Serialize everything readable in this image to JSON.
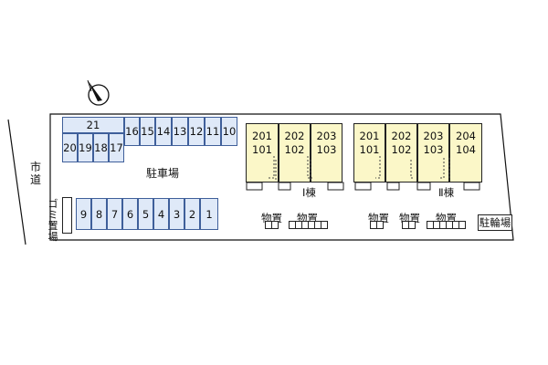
{
  "road": {
    "label": "市道"
  },
  "garbage": {
    "label": "ゴミ置場"
  },
  "parking": {
    "label": "駐車場",
    "top_row": [
      "21",
      "20",
      "19",
      "18",
      "17",
      "16",
      "15",
      "14",
      "13",
      "12",
      "11",
      "10"
    ],
    "bottom_row": [
      "9",
      "8",
      "7",
      "6",
      "5",
      "4",
      "3",
      "2",
      "1"
    ]
  },
  "building1": {
    "label": "Ⅰ棟",
    "units": [
      {
        "upper": "201",
        "lower": "101"
      },
      {
        "upper": "202",
        "lower": "102"
      },
      {
        "upper": "203",
        "lower": "103"
      }
    ]
  },
  "building2": {
    "label": "Ⅱ棟",
    "units": [
      {
        "upper": "201",
        "lower": "101"
      },
      {
        "upper": "202",
        "lower": "102"
      },
      {
        "upper": "203",
        "lower": "103"
      },
      {
        "upper": "204",
        "lower": "104"
      }
    ]
  },
  "storage": {
    "label": "物置"
  },
  "bicycle": {
    "label": "駐輪場"
  },
  "colors": {
    "parking_fill": "#dfe9f8",
    "parking_border": "#3f5f9a",
    "building_fill": "#fbf7c8"
  }
}
